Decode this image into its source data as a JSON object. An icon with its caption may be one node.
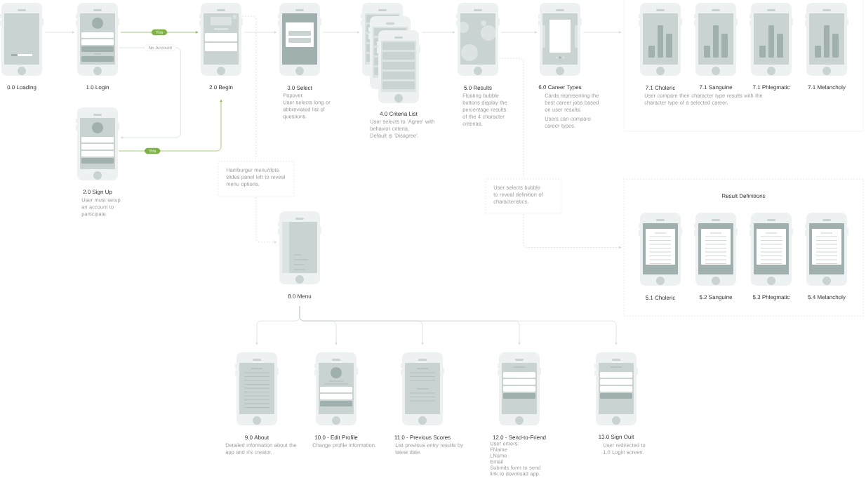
{
  "diagram": {
    "nodes": [
      {
        "text": [
          "0.0 Loading"
        ]
      },
      {
        "text": [
          "1.0 Login"
        ]
      },
      {
        "text": [
          "2.0 Begin"
        ]
      },
      {
        "text": [
          "2.0 Sign Up",
          "User must setup an account to participate."
        ]
      },
      {
        "text": [
          "3.0 Select",
          "Popover.",
          "User selects long or abbreviated list of questions."
        ]
      },
      {
        "text": [
          "4.0 Criteria List",
          "User selects to ‘Agree’ with behavior criteria.",
          "Default is ‘Disagree’."
        ]
      },
      {
        "text": [
          "5.0 Results",
          "Floating bubble buttons display the percentage results of the 4 character criterias."
        ]
      },
      {
        "text": [
          "6.0 Career Types",
          "Cards representing the best career jobs based on user results.",
          "Users can compare career types."
        ]
      },
      {
        "text": [
          "User compare their character type results with the character type of a selected career."
        ]
      },
      {
        "text": [
          "7.1 Choleric"
        ],
        "in": 8
      },
      {
        "text": [
          "7.1 Sanguine"
        ],
        "in": 8
      },
      {
        "text": [
          "7.1 Phlegmatic"
        ],
        "in": 8
      },
      {
        "text": [
          "7.1 Melancholy"
        ],
        "in": 8
      },
      {
        "text": [
          "Hamburger menu/dots slides panel left to reveal menu options."
        ]
      },
      {
        "text": [
          "8.0 Menu"
        ]
      },
      {
        "text": [
          "User selects bubble to reveal definition of characteristics."
        ]
      },
      {
        "text": [
          "Result Definitions"
        ]
      },
      {
        "text": [
          "5.1 Choleric"
        ],
        "in": 16
      },
      {
        "text": [
          "5.2 Sanguine"
        ],
        "in": 16
      },
      {
        "text": [
          "5.3 Phlegmatic"
        ],
        "in": 16
      },
      {
        "text": [
          "5.4 Melancholy"
        ],
        "in": 16
      },
      {
        "text": [
          "9.0 About",
          "Detailed information about the app and it's creator."
        ]
      },
      {
        "text": [
          "10.0 - Edit Profile",
          "Change profile information."
        ]
      },
      {
        "text": [
          "11.0 - Previous Scores",
          "List previous entry results by latest date."
        ]
      },
      {
        "text": [
          "12.0 - Send-to-Friend",
          "User enters:",
          "FName",
          "LName",
          "Email",
          "Submits form to send link to download app."
        ]
      },
      {
        "text": [
          "13.0 Sign Ouit",
          "User redirected to 1.0 Login screen."
        ]
      }
    ],
    "edges": [
      {
        "from": 0,
        "to": 1,
        "arrow": "to"
      },
      {
        "from": 1,
        "to": 2,
        "arrow": "to",
        "label": "Yes",
        "color": "#7cb342"
      },
      {
        "from": 1,
        "to": 3,
        "arrow": "to",
        "label": "No Account"
      },
      {
        "from": 3,
        "to": 2,
        "arrow": "to",
        "label": "Yes",
        "color": "#7cb342"
      },
      {
        "from": 2,
        "to": 4,
        "arrow": "to"
      },
      {
        "from": 4,
        "to": 5,
        "arrow": "to"
      },
      {
        "from": 5,
        "to": 6,
        "arrow": "to"
      },
      {
        "from": 6,
        "to": 7,
        "arrow": "to"
      },
      {
        "from": 7,
        "to": 8,
        "arrow": "to"
      },
      {
        "from": 2,
        "to": 13,
        "arrow": "none",
        "style": "dashed"
      },
      {
        "from": 13,
        "to": 14,
        "arrow": "to",
        "style": "dashed"
      },
      {
        "from": 6,
        "to": 15,
        "arrow": "none",
        "style": "dashed"
      },
      {
        "from": 15,
        "to": 16,
        "arrow": "to",
        "style": "dashed"
      },
      {
        "from": 14,
        "to": 21,
        "arrow": "to"
      },
      {
        "from": 14,
        "to": 22,
        "arrow": "to"
      },
      {
        "from": 14,
        "to": 23,
        "arrow": "to"
      },
      {
        "from": 14,
        "to": 24,
        "arrow": "to"
      },
      {
        "from": 14,
        "to": 25,
        "arrow": "to"
      }
    ]
  }
}
